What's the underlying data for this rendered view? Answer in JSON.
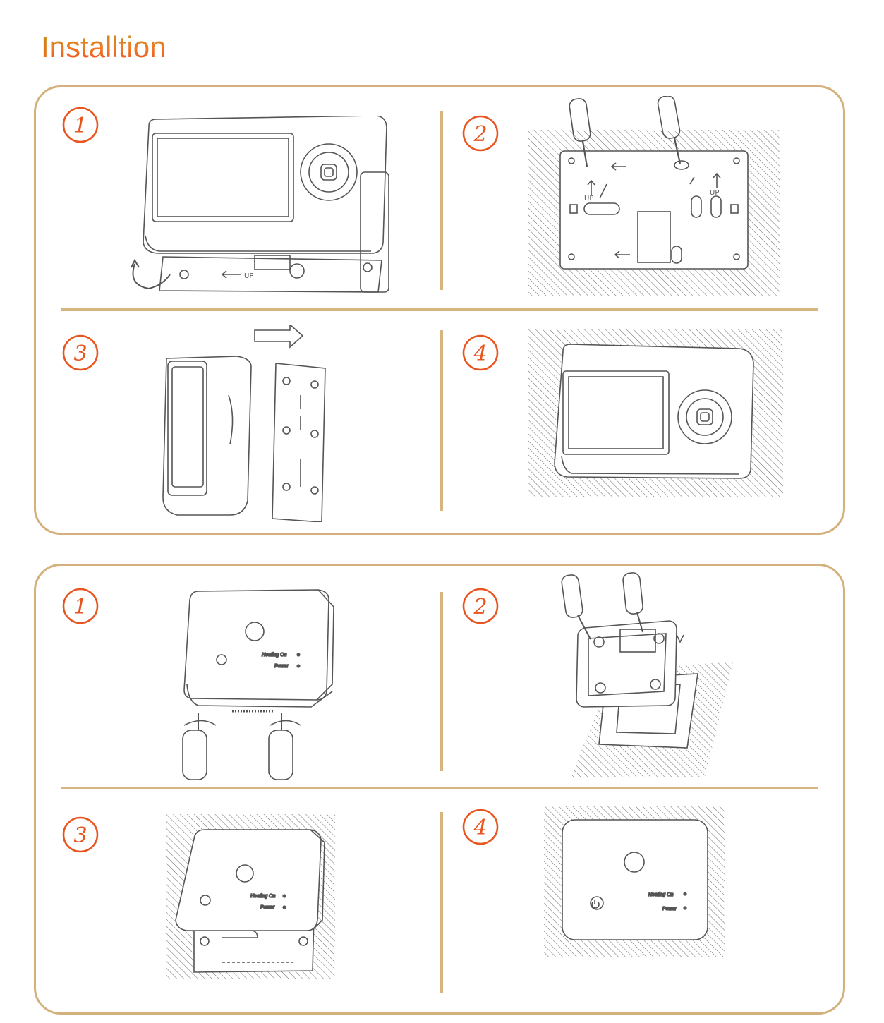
{
  "header": {
    "title_initial": "I",
    "title_rest": "nstalltion"
  },
  "colors": {
    "accent_orange": "#e8541e",
    "frame_gold": "#d4b07c",
    "line_gray": "#555555"
  },
  "panels": [
    {
      "device": "display thermostat",
      "steps": [
        {
          "number": "1",
          "marks": [
            "UP"
          ]
        },
        {
          "number": "2",
          "marks": [
            "UP",
            "UP"
          ]
        },
        {
          "number": "3",
          "marks": []
        },
        {
          "number": "4",
          "marks": []
        }
      ]
    },
    {
      "device": "receiver",
      "steps": [
        {
          "number": "1",
          "labels": {
            "heating": "Heating On",
            "power": "Power"
          }
        },
        {
          "number": "2",
          "labels": {}
        },
        {
          "number": "3",
          "labels": {
            "heating": "Heating On",
            "power": "Power"
          }
        },
        {
          "number": "4",
          "labels": {
            "heating": "Heating On",
            "power": "Power"
          }
        }
      ]
    }
  ]
}
